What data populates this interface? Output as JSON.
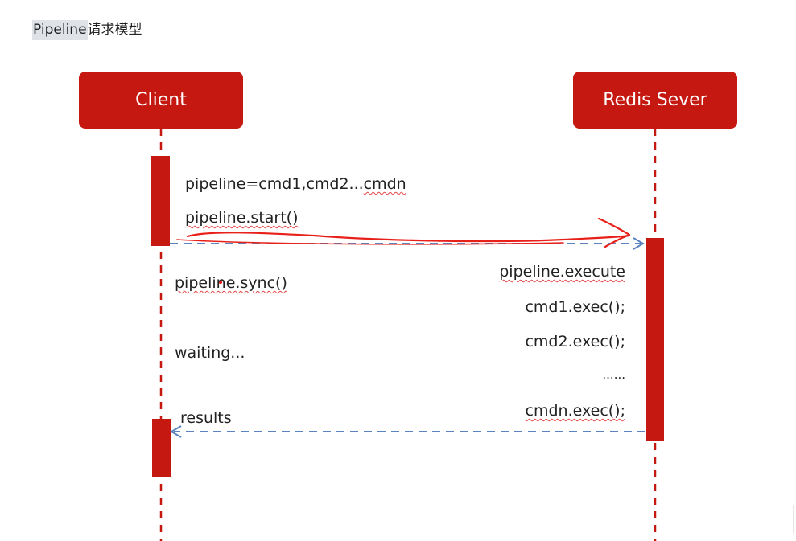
{
  "page": {
    "title_latin": "Pipeline",
    "title_cjk": "请求模型"
  },
  "actors": {
    "client": "Client",
    "server": "Redis Sever"
  },
  "client_notes": {
    "pipeline_def": "pipeline=cmd1,cmd2...cmdn",
    "pipeline_start": "pipeline.start()",
    "pipeline_sync": "pipeline.sync()",
    "waiting": "waiting...",
    "results": "results"
  },
  "server_notes": {
    "execute": "pipeline.execute",
    "cmd1": "cmd1.exec();",
    "cmd2": "cmd2.exec();",
    "ellipsis": "......",
    "cmdn": "cmdn.exec();"
  },
  "colors": {
    "actor_fill": "#c41810",
    "activation_fill": "#c41810",
    "lifeline": "#c41810",
    "message_arrow": "#5b83be",
    "pen_annotation": "#e8201a"
  }
}
